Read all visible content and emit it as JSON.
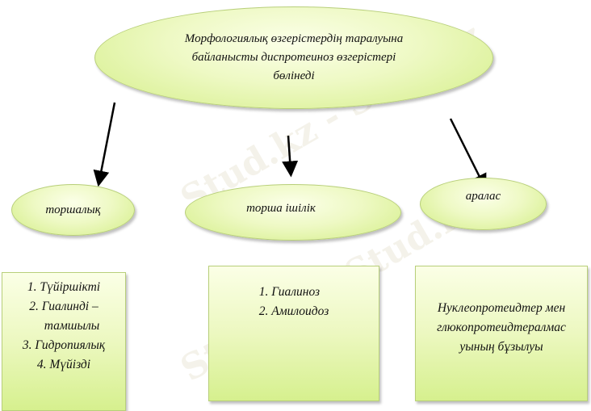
{
  "root": {
    "lines": [
      "Морфологиялық өзгерістердің таралуына",
      "байланысты диспротеиноз өзгерістері",
      "бөлінеді"
    ]
  },
  "categories": [
    {
      "label": "торшалық",
      "items": [
        "1.  Түйіршікті",
        "2.  Гиалинді –",
        "тамшылы",
        "3.  Гидропиялық",
        "4.  Мүйізді"
      ]
    },
    {
      "label": "торша ішілік",
      "items": [
        "1.  Гиалиноз",
        "2.  Амилоидоз"
      ]
    },
    {
      "label": "аралас",
      "items": [
        "Нуклеопротеидтер мен",
        "глюкопротеидтералмас",
        "уының бұзылуы"
      ]
    }
  ],
  "watermark": "Stud.kz - Stud.kz"
}
